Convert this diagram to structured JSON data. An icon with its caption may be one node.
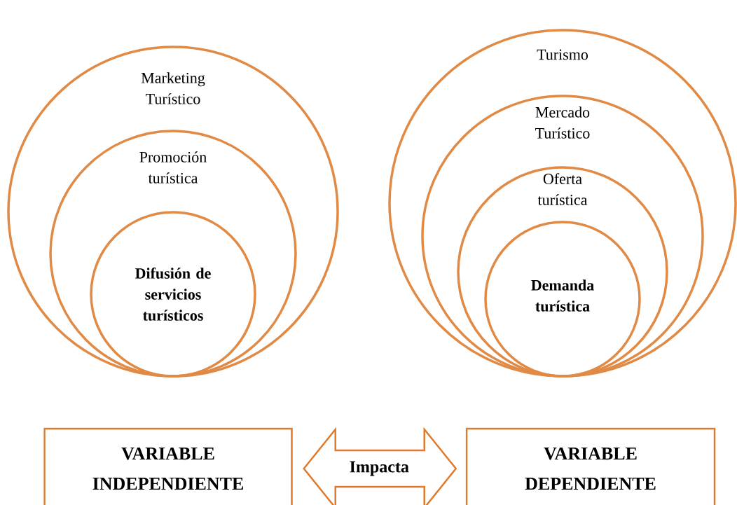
{
  "diagram": {
    "nodes": [
      {
        "text": [
          "Marketing Turístico"
        ]
      },
      {
        "text": [
          "Promoción turística"
        ],
        "in": 0
      },
      {
        "text": [
          "Difusión de servicios turísticos"
        ],
        "in": 1
      },
      {
        "text": [
          "Turismo"
        ]
      },
      {
        "text": [
          "Mercado Turístico"
        ],
        "in": 3
      },
      {
        "text": [
          "Oferta turística"
        ],
        "in": 4
      },
      {
        "text": [
          "Demanda turística"
        ],
        "in": 5
      },
      {
        "text": [
          "VARIABLE INDEPENDIENTE"
        ]
      },
      {
        "text": [
          "VARIABLE DEPENDIENTE"
        ]
      }
    ],
    "edges": [
      {
        "from": 7,
        "to": 8,
        "arrow": "both",
        "label": "Impacta"
      }
    ]
  }
}
